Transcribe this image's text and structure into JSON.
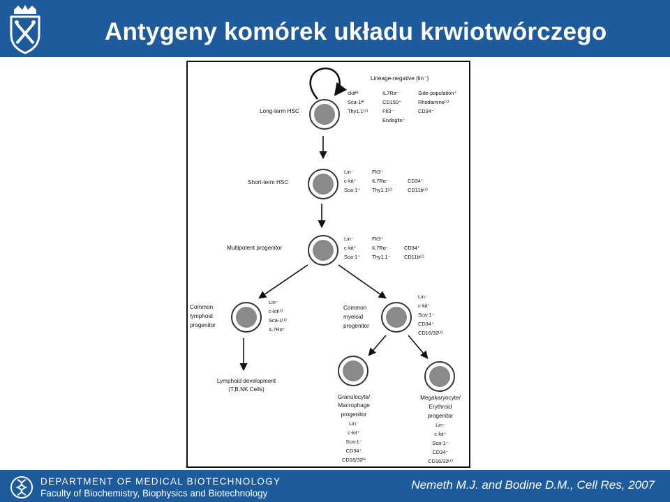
{
  "header": {
    "title": "Antygeny komórek układu krwiotwórczego",
    "logo_icon": "university-crest-icon"
  },
  "figure": {
    "top_note": "Lineage-negative (lin⁻)",
    "lt_hsc": {
      "label": "Long-term HSC",
      "col1": [
        "ckitᴴⁱ",
        "Sca-1ᴴⁱ",
        "Thy1.1ᴸᴼ"
      ],
      "col2": [
        "IL7Rα⁻",
        "CD150⁺",
        "Flt3⁻",
        "Endoglin⁺"
      ],
      "col3": [
        "Side-population⁺",
        "Rhodamineᴸᴼ",
        "CD34⁻"
      ]
    },
    "st_hsc": {
      "label": "Short-term HSC",
      "col1": [
        "Lin⁻",
        "c-kit⁺",
        "Sca-1⁺"
      ],
      "col2": [
        "Flt3⁺",
        "IL7Rα⁻",
        "Thy1.1ᴸᴼ"
      ],
      "col3": [
        "CD34⁺",
        "CD11bᴸᴼ"
      ]
    },
    "mpp": {
      "label": "Multipotent progenitor",
      "col1": [
        "Lin⁻",
        "c-kit⁺",
        "Sca-1⁺"
      ],
      "col2": [
        "Flt3⁺",
        "IL7Rα⁻",
        "Thy1.1⁻"
      ],
      "col3": [
        "CD34⁺",
        "CD11bᴸᴼ"
      ]
    },
    "clp": {
      "label_lines": [
        "Common",
        "lymphoid",
        "progenitor"
      ],
      "markers": [
        "Lin⁻",
        "c-kitᴸᴼ",
        "Sca-1ᴸᴼ",
        "IL7Rα⁺"
      ]
    },
    "cmp": {
      "label_lines": [
        "Common",
        "myeloid",
        "progenitor"
      ],
      "markers": [
        "Lin⁻",
        "c-kit⁺",
        "Sca-1⁻",
        "CD34⁺",
        "CD16/32ᴸᴼ"
      ]
    },
    "lymphoid_dev": {
      "lines": [
        "Lymphoid development",
        "(T,B,NK Cells)"
      ]
    },
    "gmp": {
      "lines": [
        "Granulocyte/",
        "Macrophage",
        "progenitor",
        "Lin⁻",
        "c-kit⁺",
        "Sca-1⁻",
        "CD34⁺",
        "CD16/32ᴴⁱ"
      ]
    },
    "mep": {
      "lines": [
        "Megakaryocyte/",
        "Erythroid",
        "progenitor",
        "Lin⁻",
        "c-kit⁺",
        "Sca-1⁻",
        "CD34⁻",
        "CD16/32ᴸᴼ"
      ]
    }
  },
  "footer": {
    "department": "DEPARTMENT OF MEDICAL BIOTECHNOLOGY",
    "faculty": "Faculty of Biochemistry, Biophysics and Biotechnology",
    "citation": "Nemeth M.J. and Bodine D.M., Cell Res, 2007",
    "logo_icon": "dna-helix-icon"
  },
  "colors": {
    "band": "#1d5b9d",
    "cell_nucleus": "#8a8a8a"
  }
}
